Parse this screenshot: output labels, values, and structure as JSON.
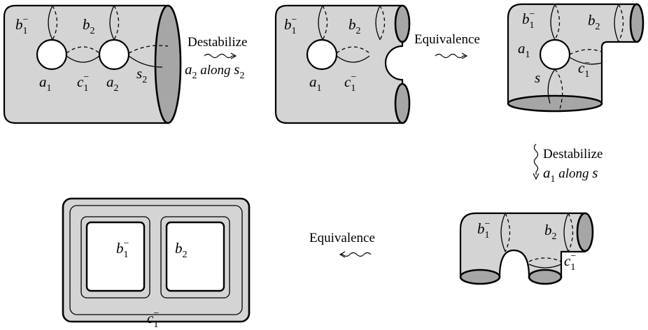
{
  "labels": {
    "b1": "b",
    "b1_sub": "1",
    "b1_sup": "−",
    "b2": "b",
    "b2_sub": "2",
    "a1": "a",
    "a1_sub": "1",
    "a2": "a",
    "a2_sub": "2",
    "c1": "c",
    "c1_sub": "1",
    "c1_sup": "−",
    "s2": "s",
    "s2_sub": "2",
    "s": "s"
  },
  "steps": {
    "step1_title": "Destabilize",
    "step1_a": "a",
    "step1_a_sub": "2",
    "step1_mid": " along ",
    "step1_s": "s",
    "step1_s_sub": "2",
    "step2_title": "Equivalence",
    "step3_title": "Destabilize",
    "step3_a": "a",
    "step3_a_sub": "1",
    "step3_mid": " along ",
    "step3_s": "s",
    "step4_title": "Equivalence"
  }
}
